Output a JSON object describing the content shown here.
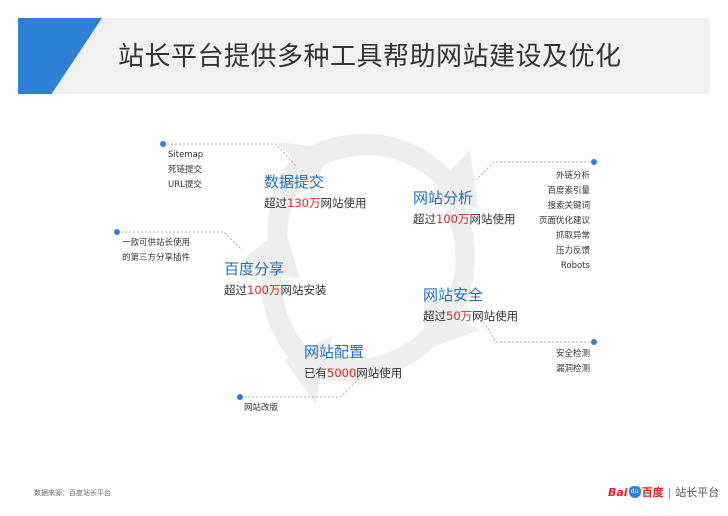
{
  "header": {
    "title": "站长平台提供多种工具帮助网站建设及优化"
  },
  "nodes": {
    "data_submit": {
      "title": "数据提交",
      "sub_pre": "超过",
      "sub_hl": "130万",
      "sub_post": "网站使用",
      "items": [
        "Sitemap",
        "死链提交",
        "URL提交"
      ]
    },
    "site_analysis": {
      "title": "网站分析",
      "sub_pre": "超过",
      "sub_hl": "100万",
      "sub_post": "网站使用",
      "items": [
        "外链分析",
        "百度索引量",
        "搜索关键词",
        "页面优化建议",
        "抓取异常",
        "压力反馈",
        "Robots"
      ]
    },
    "baidu_share": {
      "title": "百度分享",
      "sub_pre": "超过",
      "sub_hl": "100万",
      "sub_post": "网站安装",
      "items": [
        "一款可供站长使用",
        "的第三方分享插件"
      ]
    },
    "site_security": {
      "title": "网站安全",
      "sub_pre": "超过",
      "sub_hl": "50万",
      "sub_post": "网站使用",
      "items": [
        "安全检测",
        "漏洞检测"
      ]
    },
    "site_config": {
      "title": "网站配置",
      "sub_pre": "已有",
      "sub_hl": "5000",
      "sub_post": "网站使用",
      "items": [
        "网站改版"
      ]
    }
  },
  "footer": {
    "source": "数据来源：百度站长平台",
    "logo_bai": "Bai",
    "logo_paw": "du",
    "logo_du": "百度",
    "logo_sep": "|",
    "logo_platform": "站长平台"
  },
  "colors": {
    "accent": "#2e7fd6",
    "highlight": "#e3231f",
    "cycle": "#eeeeee"
  }
}
